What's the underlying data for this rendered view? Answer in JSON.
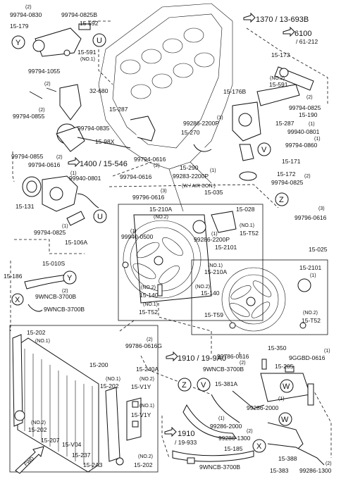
{
  "labels": [
    {
      "id": "l_99794_0830",
      "text": "99794-0830"
    },
    {
      "id": "l_n2_a",
      "text": "(2)"
    },
    {
      "id": "l_99794_0825b",
      "text": "99794-0825B"
    },
    {
      "id": "l_15_179",
      "text": "15-179"
    },
    {
      "id": "l_15_592",
      "text": "15-592"
    },
    {
      "id": "l_15_591",
      "text": "15-591"
    },
    {
      "id": "l_no1_a",
      "text": "(NO.1)"
    },
    {
      "id": "l_99794_1055",
      "text": "99794-1055"
    },
    {
      "id": "l_n2_b",
      "text": "(2)"
    },
    {
      "id": "l_32_680",
      "text": "32-680"
    },
    {
      "id": "l_99794_0855",
      "text": "99794-0855"
    },
    {
      "id": "l_n2_c",
      "text": "(2)"
    },
    {
      "id": "l_99794_0835",
      "text": "99794-0835"
    },
    {
      "id": "l_15_98x",
      "text": "15-98X"
    },
    {
      "id": "l_99794_0855b",
      "text": "99794-0855"
    },
    {
      "id": "l_n2_d",
      "text": "(2)"
    },
    {
      "id": "l_99794_0616a",
      "text": "99794-0616"
    },
    {
      "id": "l_n1_a",
      "text": "(1)"
    },
    {
      "id": "l_99940_0801a",
      "text": "99940-0801"
    },
    {
      "id": "l_15_131",
      "text": "15-131"
    },
    {
      "id": "l_99794_0825c",
      "text": "99794-0825"
    },
    {
      "id": "l_n1_b",
      "text": "(1)"
    },
    {
      "id": "l_15_106a",
      "text": "15-106A"
    },
    {
      "id": "l_15_010s",
      "text": "15-010S"
    },
    {
      "id": "l_15_186",
      "text": "15-186"
    },
    {
      "id": "l_9wncb_a",
      "text": "9WNCB-3700B"
    },
    {
      "id": "l_n2_e",
      "text": "(2)"
    },
    {
      "id": "l_9wncb_b",
      "text": "9WNCB-3700B"
    },
    {
      "id": "l_ref_1370",
      "text": "1370 / 13-693B"
    },
    {
      "id": "l_ref_6100",
      "text": "6100"
    },
    {
      "id": "l_ref_61212",
      "text": "/ 61-212"
    },
    {
      "id": "l_15_173",
      "text": "15-173"
    },
    {
      "id": "l_no2_a",
      "text": "(NO.2)"
    },
    {
      "id": "l_15_591b",
      "text": "15-591"
    },
    {
      "id": "l_15_176b",
      "text": "15-176B"
    },
    {
      "id": "l_n2_f",
      "text": "(2)"
    },
    {
      "id": "l_99794_0825d",
      "text": "99794-0825"
    },
    {
      "id": "l_15_190",
      "text": "15-190"
    },
    {
      "id": "l_15_287a",
      "text": "15-287"
    },
    {
      "id": "l_15_287b",
      "text": "15-287"
    },
    {
      "id": "l_99286_2200p_a",
      "text": "99286-2200P"
    },
    {
      "id": "l_n1_c",
      "text": "(1)"
    },
    {
      "id": "l_15_270",
      "text": "15-270"
    },
    {
      "id": "l_n1_d",
      "text": "(1)"
    },
    {
      "id": "l_99940_0801b",
      "text": "99940-0801"
    },
    {
      "id": "l_n1_e",
      "text": "(1)"
    },
    {
      "id": "l_99794_0860",
      "text": "99794-0860"
    },
    {
      "id": "l_15_171",
      "text": "15-171"
    },
    {
      "id": "l_15_172",
      "text": "15-172"
    },
    {
      "id": "l_n2_g",
      "text": "(2)"
    },
    {
      "id": "l_99794_0825e",
      "text": "99794-0825"
    },
    {
      "id": "l_99794_0616b",
      "text": "99794-0616"
    },
    {
      "id": "l_15_290",
      "text": "15-290"
    },
    {
      "id": "l_99283_2200p",
      "text": "99283-2200P"
    },
    {
      "id": "l_n1_f",
      "text": "(1)"
    },
    {
      "id": "l_ref_1400",
      "text": "1400 / 15-546"
    },
    {
      "id": "l_n2_h",
      "text": "(2)"
    },
    {
      "id": "l_99794_0616c",
      "text": "99794-0616"
    },
    {
      "id": "l_wair",
      "text": "(W / AIR CON.)"
    },
    {
      "id": "l_n3_a",
      "text": "(3)"
    },
    {
      "id": "l_99796_0616a",
      "text": "99796-0616"
    },
    {
      "id": "l_15_035",
      "text": "15-035"
    },
    {
      "id": "l_15_210a_a",
      "text": "15-210A"
    },
    {
      "id": "l_no2_b",
      "text": "(NO.2)"
    },
    {
      "id": "l_15_028",
      "text": "15-028"
    },
    {
      "id": "l_no1_b",
      "text": "(NO.1)"
    },
    {
      "id": "l_15_t52_a",
      "text": "15-T52"
    },
    {
      "id": "l_99940_0500",
      "text": "99940-0500"
    },
    {
      "id": "l_n1_g",
      "text": "(1)"
    },
    {
      "id": "l_99286_2200p_b",
      "text": "99286-2200P"
    },
    {
      "id": "l_n1_h",
      "text": "(1)"
    },
    {
      "id": "l_15_2101a",
      "text": "15-2101"
    },
    {
      "id": "l_no2_c",
      "text": "(NO.2)"
    },
    {
      "id": "l_15_140a",
      "text": "15-140"
    },
    {
      "id": "l_no1_c",
      "text": "(NO.1)"
    },
    {
      "id": "l_15_t52_b",
      "text": "15-T52"
    },
    {
      "id": "l_n3_b",
      "text": "(3)"
    },
    {
      "id": "l_99796_0616b",
      "text": "99796-0616"
    },
    {
      "id": "l_15_025",
      "text": "15-025"
    },
    {
      "id": "l_no1_d",
      "text": "(NO.1)"
    },
    {
      "id": "l_15_210a_b",
      "text": "15-210A"
    },
    {
      "id": "l_no2_d",
      "text": "(NO.2)"
    },
    {
      "id": "l_15_140b",
      "text": "15-140"
    },
    {
      "id": "l_15_2101b",
      "text": "15-2101"
    },
    {
      "id": "l_n1_i",
      "text": "(1)"
    },
    {
      "id": "l_15_t59",
      "text": "15-T59"
    },
    {
      "id": "l_no2_e",
      "text": "(NO.2)"
    },
    {
      "id": "l_15_t52_c",
      "text": "15-T52"
    },
    {
      "id": "l_15_202a",
      "text": "15-202"
    },
    {
      "id": "l_no1_e",
      "text": "(NO.1)"
    },
    {
      "id": "l_99786_0616g",
      "text": "99786-0616G"
    },
    {
      "id": "l_n2_i",
      "text": "(2)"
    },
    {
      "id": "l_15_240a",
      "text": "15-240A"
    },
    {
      "id": "l_15_200",
      "text": "15-200"
    },
    {
      "id": "l_ref_1910a",
      "text": "1910 / 19-9A0"
    },
    {
      "id": "l_99786_0616",
      "text": "99786-0616"
    },
    {
      "id": "l_15_350",
      "text": "15-350"
    },
    {
      "id": "l_n1_j",
      "text": "(1)"
    },
    {
      "id": "l_9ggbd",
      "text": "9GGBD-0616"
    },
    {
      "id": "l_15_205",
      "text": "15-205"
    },
    {
      "id": "l_9wncb_c",
      "text": "9WNCB-3700B"
    },
    {
      "id": "l_n2_j",
      "text": "(2)"
    },
    {
      "id": "l_no1_f",
      "text": "(NO.1)"
    },
    {
      "id": "l_15_202b",
      "text": "15-202"
    },
    {
      "id": "l_no2_f",
      "text": "(NO.2)"
    },
    {
      "id": "l_15_v1y_a",
      "text": "15-V1Y"
    },
    {
      "id": "l_15_381a",
      "text": "15-381A"
    },
    {
      "id": "l_n1_k",
      "text": "(1)"
    },
    {
      "id": "l_99286_2000a",
      "text": "99286-2000"
    },
    {
      "id": "l_no1_g",
      "text": "(NO.1)"
    },
    {
      "id": "l_15_v1y_b",
      "text": "15-V1Y"
    },
    {
      "id": "l_n1_l",
      "text": "(1)"
    },
    {
      "id": "l_99286_2000b",
      "text": "99286-2000"
    },
    {
      "id": "l_no2_g",
      "text": "(NO.2)"
    },
    {
      "id": "l_15_202c",
      "text": "15-202"
    },
    {
      "id": "l_15_207",
      "text": "15-207"
    },
    {
      "id": "l_ref_1910b",
      "text": "1910"
    },
    {
      "id": "l_ref_19933",
      "text": "/ 19-933"
    },
    {
      "id": "l_n2_k",
      "text": "(2)"
    },
    {
      "id": "l_99286_1300a",
      "text": "99286-1300"
    },
    {
      "id": "l_15_v04",
      "text": "15-V04"
    },
    {
      "id": "l_15_237",
      "text": "15-237"
    },
    {
      "id": "l_15_185",
      "text": "15-185"
    },
    {
      "id": "l_15_388",
      "text": "15-388"
    },
    {
      "id": "l_15_2a3",
      "text": "15-2A3"
    },
    {
      "id": "l_no2_h",
      "text": "(NO.2)"
    },
    {
      "id": "l_15_202d",
      "text": "15-202"
    },
    {
      "id": "l_9wncb_d",
      "text": "9WNCB-3700B"
    },
    {
      "id": "l_15_383",
      "text": "15-383"
    },
    {
      "id": "l_n2_l",
      "text": "(2)"
    },
    {
      "id": "l_99286_1300b",
      "text": "99286-1300"
    },
    {
      "id": "l_fwd",
      "text": "FWD"
    }
  ],
  "callouts": [
    "Y",
    "U",
    "V",
    "Z",
    "X",
    "U",
    "Y",
    "X",
    "Z",
    "V",
    "W",
    "W",
    "X"
  ]
}
